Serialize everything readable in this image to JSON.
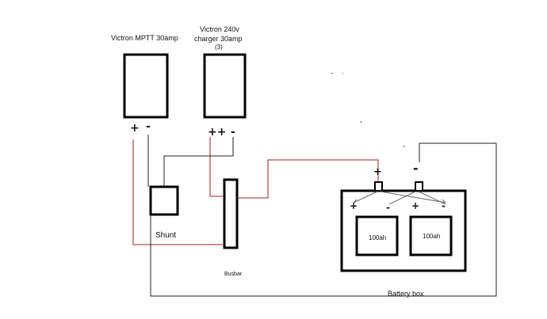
{
  "colors": {
    "wire_red": "#9b2020",
    "wire_black": "#222222",
    "box": "#000000"
  },
  "labels": {
    "mppt": "Victron MPTT 30amp",
    "charger_line1": "Victron 240v",
    "charger_line2": "charger 30amp",
    "charger_line3": "(3)",
    "shunt": "Shunt",
    "busbar": "Busbar",
    "battery_box": "Battery box",
    "battery1": "100ah",
    "battery2": "100ah"
  },
  "signs": {
    "mppt_plus": "+",
    "mppt_minus": "-",
    "charger_plus": "++",
    "charger_minus": "-",
    "terminal_plus": "+",
    "terminal_minus": "-",
    "box_plus_left": "+",
    "box_minus_left": "-",
    "box_plus_right": "+",
    "box_minus_right": "-"
  }
}
